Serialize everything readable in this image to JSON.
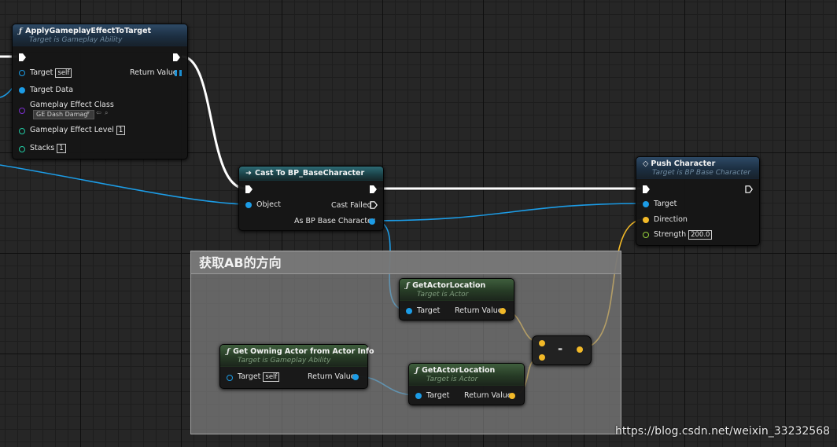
{
  "comment_box": {
    "title": "获取AB的方向"
  },
  "apply_effect": {
    "title": "ApplyGameplayEffectToTarget",
    "subtitle": "Target is Gameplay Ability",
    "target_label": "Target",
    "target_value": "self",
    "return_label": "Return Value",
    "target_data_label": "Target Data",
    "effect_class_label": "Gameplay Effect Class",
    "effect_class_value": "GE Dash Damag",
    "effect_level_label": "Gameplay Effect Level",
    "effect_level_value": "1",
    "stacks_label": "Stacks",
    "stacks_value": "1"
  },
  "cast_node": {
    "title": "Cast To BP_BaseCharacter",
    "object_label": "Object",
    "cast_failed_label": "Cast Failed",
    "as_label": "As BP Base Character"
  },
  "push_node": {
    "title": "Push Character",
    "subtitle": "Target is BP Base Character",
    "target_label": "Target",
    "direction_label": "Direction",
    "strength_label": "Strength",
    "strength_value": "200.0"
  },
  "get_location_1": {
    "title": "GetActorLocation",
    "subtitle": "Target is Actor",
    "target_label": "Target",
    "return_label": "Return Value"
  },
  "get_location_2": {
    "title": "GetActorLocation",
    "subtitle": "Target is Actor",
    "target_label": "Target",
    "return_label": "Return Value"
  },
  "owning_actor": {
    "title": "Get Owning Actor from Actor Info",
    "subtitle": "Target is Gameplay Ability",
    "target_label": "Target",
    "target_value": "self",
    "return_label": "Return Value"
  },
  "subtract_node": {
    "operator": "-"
  },
  "watermark": "https://blog.csdn.net/weixin_33232568",
  "colors": {
    "exec_wire": "#ffffff",
    "object_wire": "#1c9ce6",
    "vector_wire": "#f2b928",
    "function_header": "#2e4a66",
    "pure_header": "#3f5e3d",
    "cast_header": "#2d6b75"
  },
  "icons": {
    "function": "function-f-icon",
    "cast": "cast-arrow-icon",
    "event": "event-diamond-icon",
    "exec": "exec-pin-icon"
  }
}
